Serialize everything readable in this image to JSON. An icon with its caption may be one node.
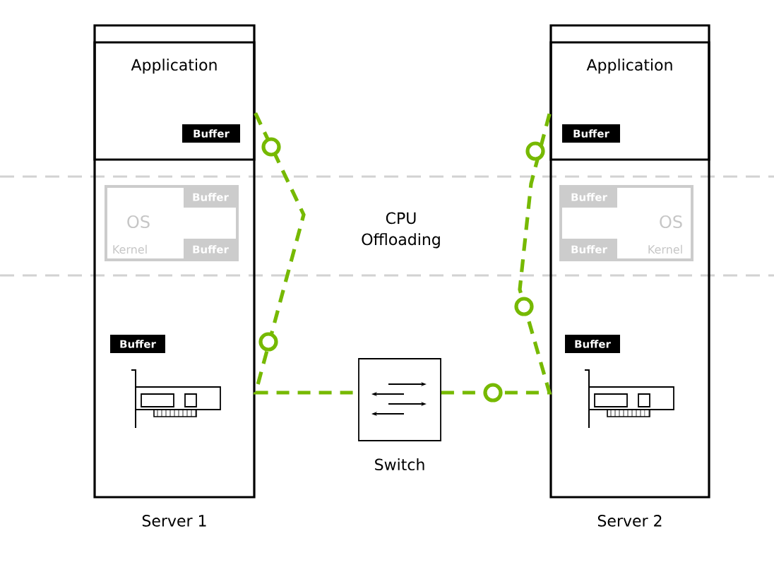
{
  "diagram": {
    "nodes": [
      {
        "text": [
          "Server 1"
        ]
      },
      {
        "text": [
          "Application"
        ],
        "in": 0
      },
      {
        "text": [
          "Buffer"
        ],
        "in": 1
      },
      {
        "text": [
          "OS",
          "Kernel"
        ],
        "in": 0
      },
      {
        "text": [
          "Buffer"
        ],
        "in": 3
      },
      {
        "text": [
          "Buffer"
        ],
        "in": 3
      },
      {
        "text": [
          "Buffer"
        ],
        "in": 0
      },
      {
        "text": [],
        "shape": "picture",
        "in": 0
      },
      {
        "text": [
          "Switch"
        ]
      },
      {
        "text": [
          "Server 2"
        ]
      },
      {
        "text": [
          "Application"
        ],
        "in": 9
      },
      {
        "text": [
          "Buffer"
        ],
        "in": 10
      },
      {
        "text": [
          "OS",
          "Kernel"
        ],
        "in": 9
      },
      {
        "text": [
          "Buffer"
        ],
        "in": 12
      },
      {
        "text": [
          "Buffer"
        ],
        "in": 12
      },
      {
        "text": [
          "Buffer"
        ],
        "in": 9
      },
      {
        "text": [],
        "shape": "picture",
        "in": 9
      }
    ],
    "edges": [
      {
        "from": 1,
        "to": 8,
        "arrow": "none",
        "style": "dashed",
        "color": "#76b900"
      },
      {
        "from": 8,
        "to": 10,
        "arrow": "none",
        "style": "dashed",
        "color": "#76b900"
      }
    ],
    "labels": [
      "CPU Offloading"
    ]
  }
}
